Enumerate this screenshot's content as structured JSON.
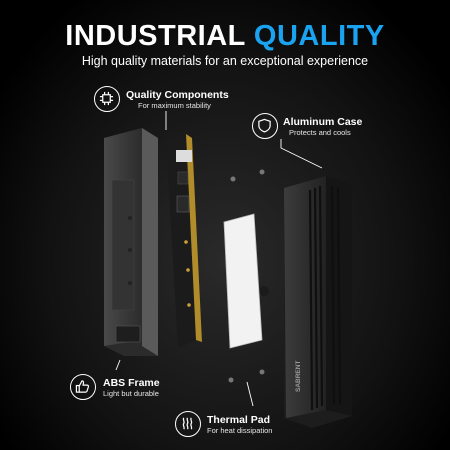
{
  "header": {
    "title_part1": "INDUSTRIAL",
    "title_part2": "QUALITY",
    "subtitle": "High quality materials for an exceptional experience"
  },
  "callouts": {
    "components": {
      "title": "Quality Components",
      "subtitle": "For maximum stability",
      "icon": "chip-icon"
    },
    "aluminum": {
      "title": "Aluminum Case",
      "subtitle": "Protects and cools",
      "icon": "shield-icon"
    },
    "abs": {
      "title": "ABS Frame",
      "subtitle": "Light but durable",
      "icon": "thumbs-up-icon"
    },
    "thermal": {
      "title": "Thermal Pad",
      "subtitle": "For heat dissipation",
      "icon": "heat-icon"
    }
  },
  "product": {
    "brand_mark": "SABRENT"
  },
  "colors": {
    "accent": "#1aa3f0",
    "background": "#000000",
    "text": "#ffffff"
  }
}
